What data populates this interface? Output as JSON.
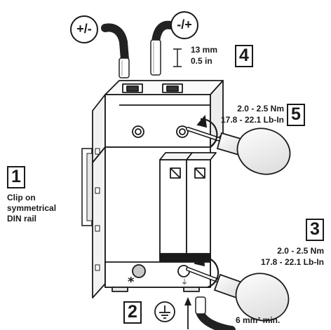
{
  "wires": {
    "left_polarity": "+/-",
    "right_polarity": "-/+"
  },
  "strip_length": {
    "mm": "13 mm",
    "in": "0.5 in"
  },
  "steps": {
    "step1": {
      "number": "1",
      "text_lines": [
        "Clip on",
        "symmetrical",
        "DIN rail"
      ]
    },
    "step2": {
      "number": "2",
      "wire_section": "6 mm² min."
    },
    "step3": {
      "number": "3",
      "torque_nm": "2.0 - 2.5 Nm",
      "torque_lbin": "17.8 - 22.1 Lb-In"
    },
    "step4": {
      "number": "4"
    },
    "step5": {
      "number": "5",
      "torque_nm": "2.0 - 2.5 Nm",
      "torque_lbin": "17.8 - 22.1 Lb-In"
    }
  },
  "device": {
    "marker_symbol": "*",
    "ground_mark": "⏚"
  },
  "icons": [
    "screwdriver-icon",
    "ground-symbol-icon",
    "insertion-arrow-icon",
    "dimension-bracket-icon"
  ]
}
